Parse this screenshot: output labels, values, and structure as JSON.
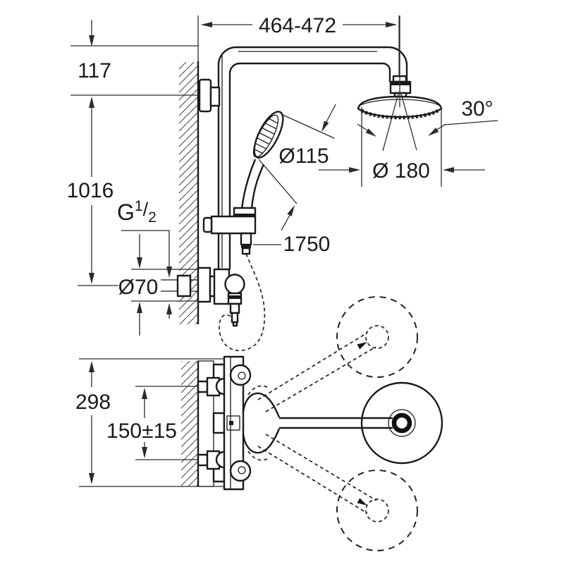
{
  "meta": {
    "title": "Shower system installation dimensional drawing"
  },
  "front": {
    "dim_arm_reach": "464-472",
    "dim_head_offset": "117",
    "dim_riser_height": "1016",
    "thread_label": {
      "prefix": "G",
      "numerator": "1",
      "slash": "/",
      "denominator": "2"
    },
    "dim_escutcheon": "Ø70",
    "dim_hand_shower": "Ø115",
    "dim_hose_length": "1750",
    "dim_swivel_angle": "30°",
    "dim_head_shower": "Ø 180"
  },
  "top": {
    "dim_overall_depth": "298",
    "dim_connection_centers": "150±15"
  },
  "colors": {
    "line": "#1a1a1a",
    "dim": "#2b2b2b",
    "background": "#ffffff"
  }
}
